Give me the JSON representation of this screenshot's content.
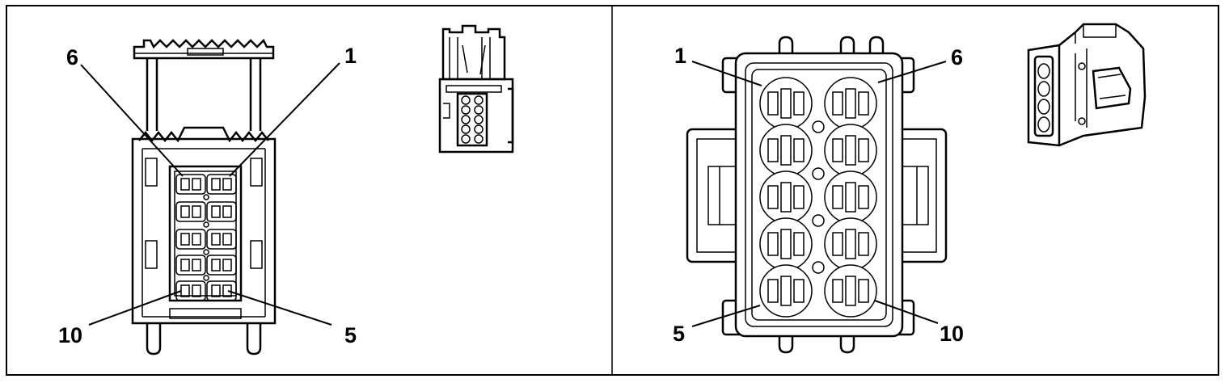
{
  "panels": [
    {
      "pin_labels": {
        "top_left": "6",
        "top_right": "1",
        "bottom_left": "10",
        "bottom_right": "5"
      }
    },
    {
      "pin_labels": {
        "top_left": "1",
        "top_right": "6",
        "bottom_left": "5",
        "bottom_right": "10"
      }
    }
  ],
  "colors": {
    "line": "#000000",
    "background": "#ffffff"
  }
}
